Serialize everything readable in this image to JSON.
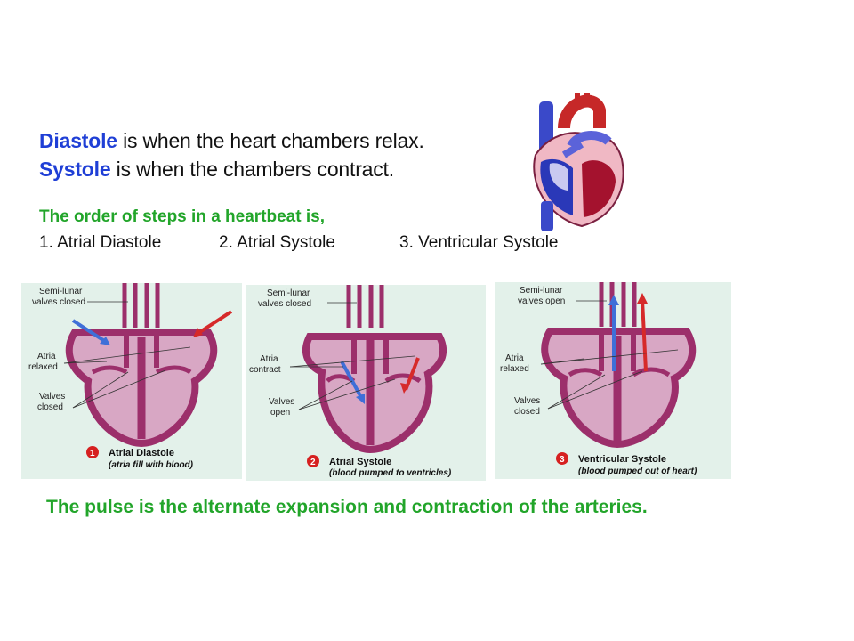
{
  "definitions": {
    "diastole_term": "Diastole",
    "diastole_rest": " is when the heart chambers relax.",
    "systole_term": "Systole",
    "systole_rest": " is when the chambers contract."
  },
  "order": {
    "title": "The order of steps in a heartbeat is,",
    "steps": [
      "1. Atrial Diastole",
      "2. Atrial Systole",
      "3. Ventricular Systole"
    ]
  },
  "panels": [
    {
      "number": "1",
      "title": "Atrial Diastole",
      "subtitle": "(atria fill with blood)",
      "labels": {
        "top": [
          "Semi-lunar",
          "valves closed"
        ],
        "mid": [
          "Atria",
          "relaxed"
        ],
        "low": [
          "Valves",
          "closed"
        ]
      }
    },
    {
      "number": "2",
      "title": "Atrial Systole",
      "subtitle": "(blood pumped to ventricles)",
      "labels": {
        "top": [
          "Semi-lunar",
          "valves closed"
        ],
        "mid": [
          "Atria",
          "contract"
        ],
        "low": [
          "Valves",
          "open"
        ]
      }
    },
    {
      "number": "3",
      "title": "Ventricular Systole",
      "subtitle": "(blood pumped out of heart)",
      "labels": {
        "top": [
          "Semi-lunar",
          "valves open"
        ],
        "mid": [
          "Atria",
          "relaxed"
        ],
        "low": [
          "Valves",
          "closed"
        ]
      }
    }
  ],
  "pulse_statement": "The pulse is the alternate expansion and contraction of the arteries.",
  "colors": {
    "keyword_blue": "#1f3fd6",
    "heading_green": "#22a52a",
    "panel_bg": "#e3f1ea",
    "heart_wall": "#9c2f6b",
    "heart_chamber": "#d8a7c4",
    "arrow_red": "#d62a2a",
    "arrow_blue": "#3f6fd8",
    "badge_red": "#d62020"
  }
}
